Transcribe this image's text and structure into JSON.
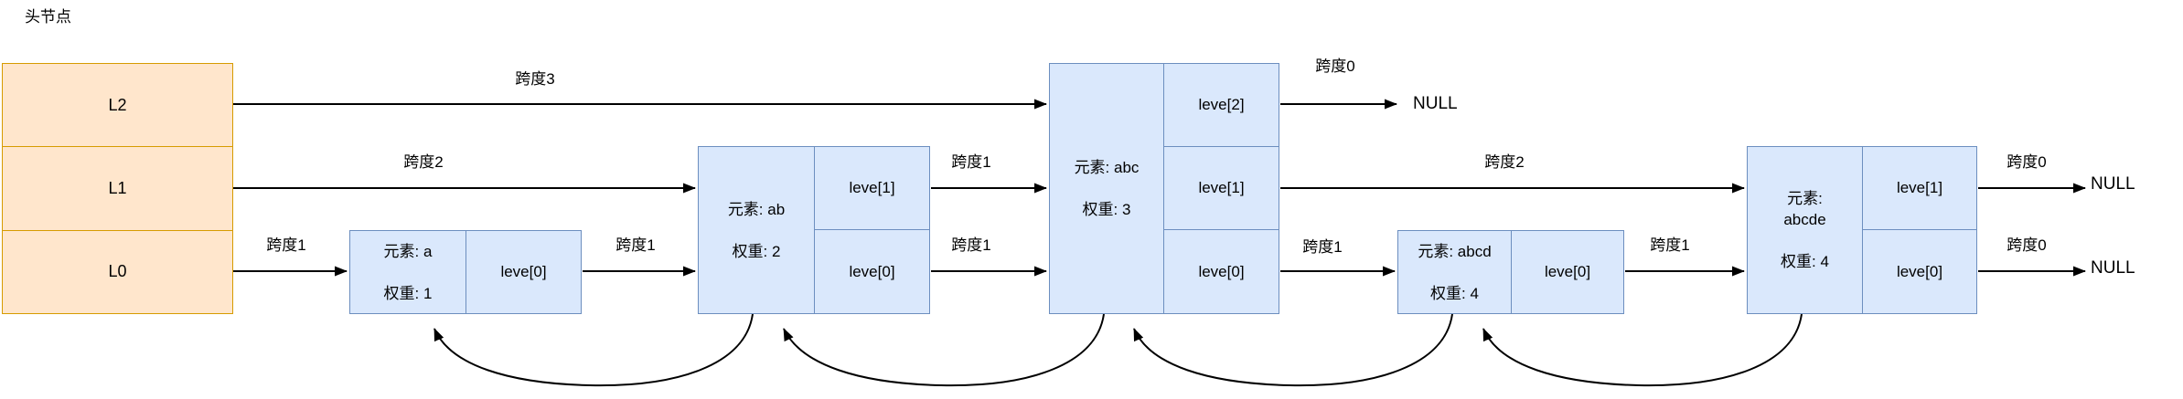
{
  "diagram": {
    "title": "头节点",
    "head_node": {
      "levels": [
        "L2",
        "L1",
        "L0"
      ]
    },
    "nodes": [
      {
        "element": "元素: a",
        "weight": "权重: 1",
        "levels": [
          "leve[0]"
        ]
      },
      {
        "element": "元素: ab",
        "weight": "权重: 2",
        "levels": [
          "leve[1]",
          "leve[0]"
        ]
      },
      {
        "element": "元素: abc",
        "weight": "权重: 3",
        "levels": [
          "leve[2]",
          "leve[1]",
          "leve[0]"
        ]
      },
      {
        "element": "元素: abcd",
        "weight": "权重: 4",
        "levels": [
          "leve[0]"
        ]
      },
      {
        "element": "元素:\nabcde",
        "weight": "权重: 4",
        "levels": [
          "leve[1]",
          "leve[0]"
        ]
      }
    ],
    "span_labels": [
      "跨度3",
      "跨度0",
      "跨度2",
      "跨度1",
      "跨度2",
      "跨度0",
      "跨度1",
      "跨度1",
      "跨度1",
      "跨度1",
      "跨度1",
      "跨度0"
    ],
    "null_labels": [
      "NULL",
      "NULL",
      "NULL"
    ],
    "colors": {
      "head_fill": "#ffe6cc",
      "head_border": "#d79b00",
      "node_fill": "#dae8fc",
      "node_border": "#6c8ebf",
      "arrow": "#000000"
    }
  }
}
